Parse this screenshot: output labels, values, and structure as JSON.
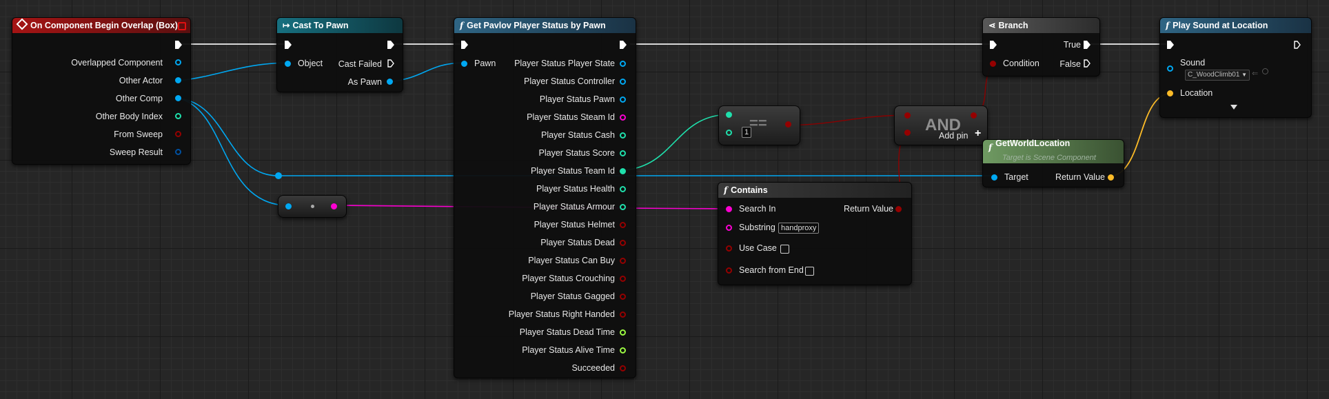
{
  "nodes": {
    "overlap": {
      "title": "On Component Begin Overlap (Box)",
      "pins": [
        "Overlapped Component",
        "Other Actor",
        "Other Comp",
        "Other Body Index",
        "From Sweep",
        "Sweep Result"
      ]
    },
    "cast": {
      "title": "Cast To Pawn",
      "object": "Object",
      "cast_failed": "Cast Failed",
      "as_pawn": "As Pawn"
    },
    "status": {
      "title": "Get Pavlov Player Status by Pawn",
      "pawn": "Pawn",
      "outputs": [
        "Player Status Player State",
        "Player Status Controller",
        "Player Status Pawn",
        "Player Status Steam Id",
        "Player Status Cash",
        "Player Status Score",
        "Player Status Team Id",
        "Player Status Health",
        "Player Status Armour",
        "Player Status Helmet",
        "Player Status Dead",
        "Player Status Can Buy",
        "Player Status Crouching",
        "Player Status Gagged",
        "Player Status Right Handed",
        "Player Status Dead Time",
        "Player Status Alive Time",
        "Succeeded"
      ]
    },
    "equal": {
      "symbol": "==",
      "value": "1"
    },
    "and": {
      "title": "AND",
      "add_pin": "Add pin"
    },
    "contains": {
      "title": "Contains",
      "search_in": "Search In",
      "return_value": "Return Value",
      "substring": "Substring",
      "substring_value": "handproxy",
      "use_case": "Use Case",
      "search_from_end": "Search from End"
    },
    "branch": {
      "title": "Branch",
      "true": "True",
      "condition": "Condition",
      "false": "False"
    },
    "location": {
      "title": "GetWorldLocation",
      "subtitle": "Target is Scene Component",
      "target": "Target",
      "return_value": "Return Value"
    },
    "sound": {
      "title": "Play Sound at Location",
      "sound": "Sound",
      "sound_value": "C_WoodClimb01",
      "location": "Location"
    }
  },
  "colors": {
    "exec": "#ffffff",
    "object": "#00a8f2",
    "bool": "#950000",
    "int": "#1fe0ac",
    "string": "#fb00d1",
    "vector": "#fcbb28",
    "float": "#9cfa42",
    "event_header": "#a01010",
    "cast_header": "#156a78",
    "func_header": "#2a5876",
    "pure_header": "#6b8e5e",
    "branch_header": "#505050"
  }
}
